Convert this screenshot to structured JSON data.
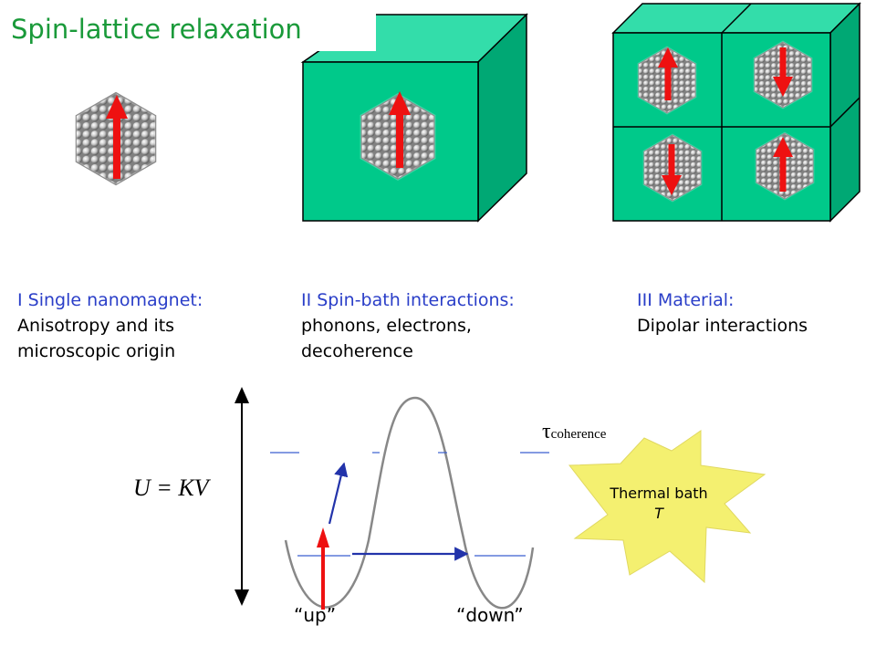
{
  "title": "Spin-lattice relaxation",
  "sections": [
    {
      "heading": "I Single nanomagnet:",
      "lines": [
        "Anisotropy and its",
        "microscopic origin"
      ]
    },
    {
      "heading": "II Spin-bath interactions:",
      "lines": [
        "phonons, electrons,",
        "decoherence"
      ]
    },
    {
      "heading": "III Material:",
      "lines": [
        "Dipolar interactions"
      ]
    }
  ],
  "diagram": {
    "energy_label": "U = KV",
    "tau_symbol": "τ",
    "tau_subscript": "coherence",
    "well_left_label": "“up”",
    "well_right_label": "“down”",
    "bath_line1": "Thermal bath",
    "bath_line2": "T"
  },
  "colors": {
    "title": "#1a9a3a",
    "heading": "#2a3ec8",
    "cube_front": "#00c98a",
    "cube_top": "#33ddaa",
    "cube_side": "#00a874",
    "spin_arrow": "#ee1111",
    "transition_arrow": "#2233aa",
    "starburst": "#f4f070"
  },
  "icons": [
    "nanomagnet-cluster-icon",
    "spin-arrow-icon",
    "starburst-icon"
  ]
}
